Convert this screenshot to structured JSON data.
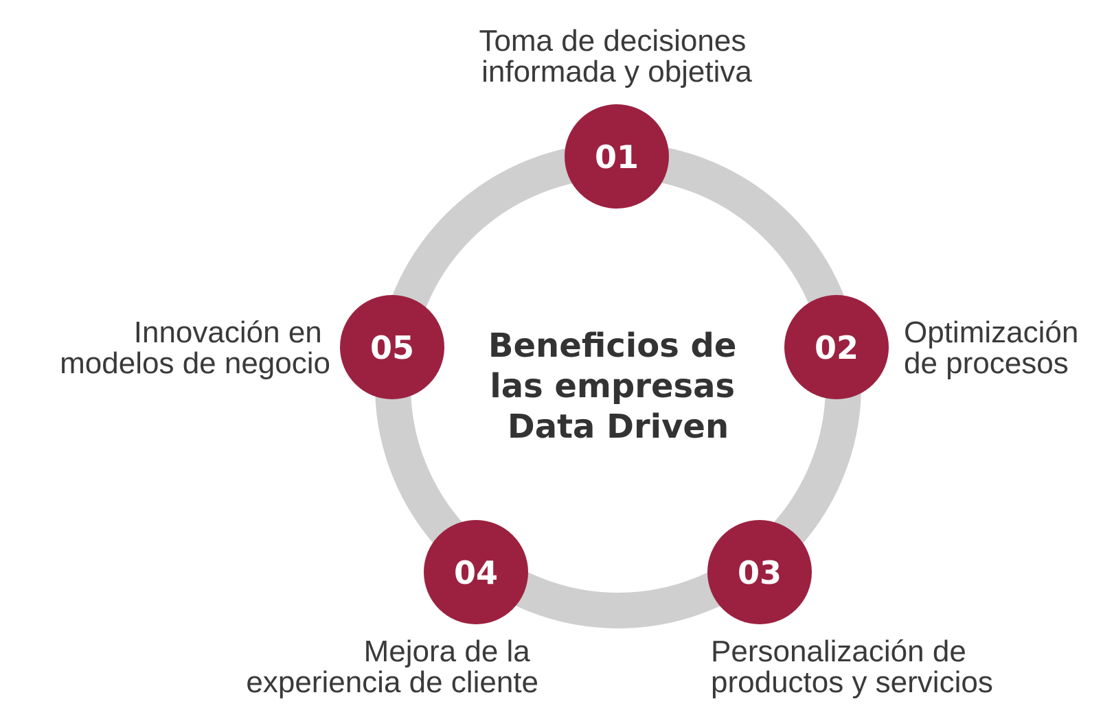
{
  "title": [
    "Beneficios de",
    "las empresas",
    "Data Driven"
  ],
  "colors": {
    "accent": "#9c2140",
    "ring": "#cfcfcf",
    "text": "#333333"
  },
  "steps": [
    {
      "number": "01",
      "label": [
        "Toma de decisiones",
        "informada y objetiva"
      ]
    },
    {
      "number": "02",
      "label": [
        "Optimización",
        "de procesos"
      ]
    },
    {
      "number": "03",
      "label": [
        "Personalización de",
        "productos y servicios"
      ]
    },
    {
      "number": "04",
      "label": [
        "Mejora de la",
        "experiencia de cliente"
      ]
    },
    {
      "number": "05",
      "label": [
        "Innovación en",
        "modelos de negocio"
      ]
    }
  ]
}
